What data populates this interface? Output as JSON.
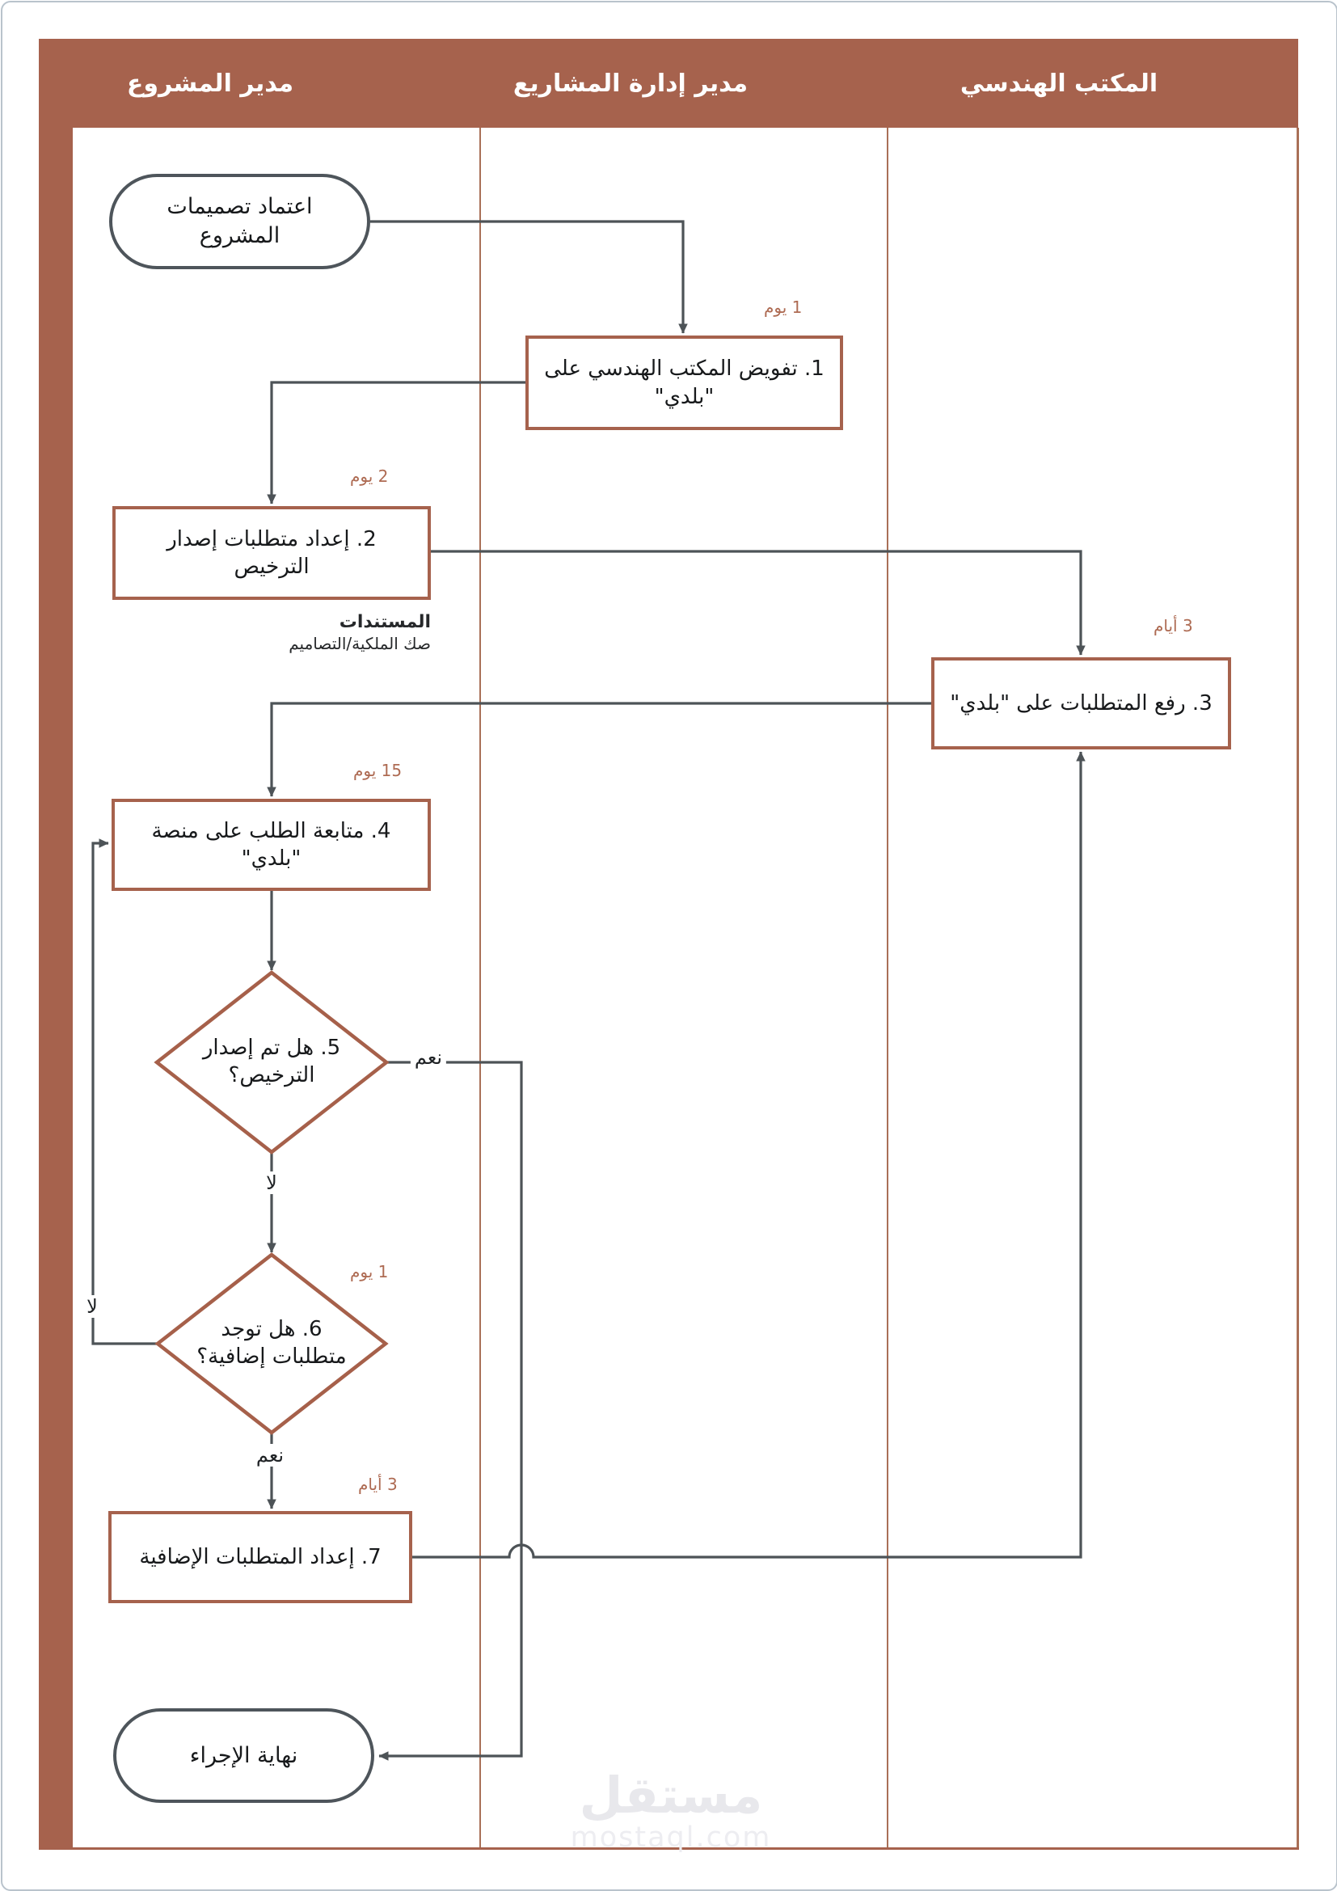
{
  "diagram": {
    "lanes": [
      {
        "id": "lane-project-manager",
        "label": "مدير المشروع"
      },
      {
        "id": "lane-pmo-director",
        "label": "مدير إدارة المشاريع"
      },
      {
        "id": "lane-engineering-office",
        "label": "المكتب الهندسي"
      }
    ],
    "nodes": {
      "start": {
        "type": "terminator",
        "label": "اعتماد تصميمات المشروع"
      },
      "n1": {
        "type": "process",
        "label": "1. تفويض المكتب الهندسي على \"بلدي\"",
        "duration": "1 يوم",
        "lane": "مدير إدارة المشاريع"
      },
      "n2": {
        "type": "process",
        "label": "2. إعداد متطلبات إصدار الترخيص",
        "duration": "2 يوم",
        "lane": "مدير المشروع"
      },
      "n3": {
        "type": "process",
        "label": "3. رفع المتطلبات على \"بلدي\"",
        "duration": "3 أيام",
        "lane": "المكتب الهندسي"
      },
      "n4": {
        "type": "process",
        "label": "4. متابعة الطلب على منصة \"بلدي\"",
        "duration": "15 يوم",
        "lane": "مدير المشروع"
      },
      "n5": {
        "type": "decision",
        "label": "5. هل تم إصدار الترخيص؟",
        "lane": "مدير المشروع"
      },
      "n6": {
        "type": "decision",
        "label": "6. هل توجد متطلبات إضافية؟",
        "duration": "1 يوم",
        "lane": "مدير المشروع"
      },
      "n7": {
        "type": "process",
        "label": "7. إعداد المتطلبات الإضافية",
        "duration": "3 أيام",
        "lane": "مدير المشروع"
      },
      "end": {
        "type": "terminator",
        "label": "نهاية الإجراء"
      }
    },
    "note_under_n2": {
      "title": "المستندات",
      "text": "صك الملكية/التصاميم"
    },
    "edges": [
      {
        "from": "start",
        "to": "n1",
        "label": ""
      },
      {
        "from": "n1",
        "to": "n2",
        "label": ""
      },
      {
        "from": "n2",
        "to": "n3",
        "label": ""
      },
      {
        "from": "n3",
        "to": "n4",
        "label": ""
      },
      {
        "from": "n4",
        "to": "n5",
        "label": ""
      },
      {
        "from": "n5",
        "to": "n6",
        "label": "لا"
      },
      {
        "from": "n5",
        "to": "end",
        "label": "نعم"
      },
      {
        "from": "n6",
        "to": "n4",
        "label": "لا"
      },
      {
        "from": "n6",
        "to": "n7",
        "label": "نعم"
      },
      {
        "from": "n7",
        "to": "n3",
        "label": ""
      }
    ],
    "colors": {
      "lane_header": "#a6624d",
      "process_border": "#a6624d",
      "terminator_border": "#4e555b",
      "connector": "#4d5357",
      "duration_text": "#ae6b53"
    }
  },
  "watermark": {
    "title": "مستقل",
    "url": "mostaql.com"
  }
}
